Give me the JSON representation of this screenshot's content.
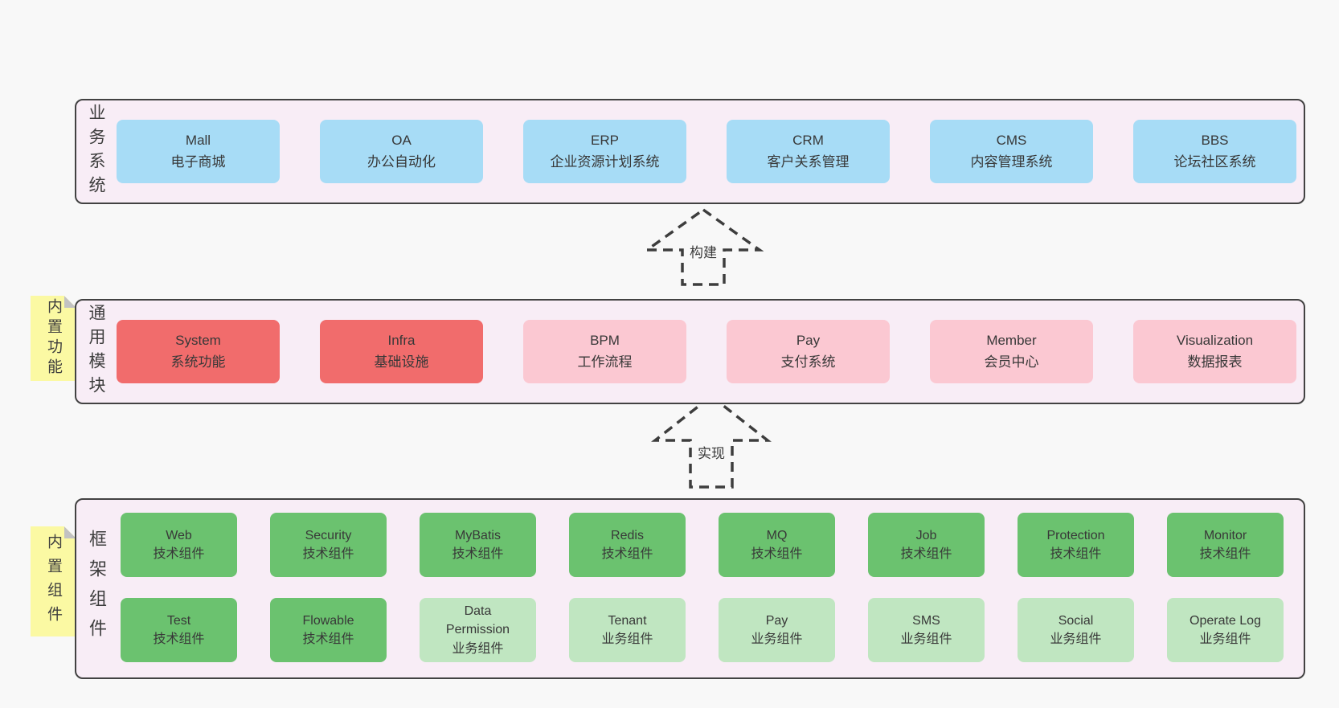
{
  "colors": {
    "page_bg": "#f8f8f8",
    "band_bg": "#f8edf6",
    "band_border": "#424242",
    "box_blue": "#a7dcf6",
    "box_red": "#f16c6c",
    "box_pink": "#fbc8d2",
    "box_green_dark": "#6bc26f",
    "box_green_light": "#c0e6c1",
    "note_yellow": "#fbf9a3",
    "note_fold_gray": "#c2c2c2",
    "text": "#383838",
    "arrow_stroke": "#3d3d3d"
  },
  "bands": [
    {
      "label": "业务系统",
      "boxes": [
        {
          "title": "Mall",
          "subtitle": "电子商城",
          "variant": "blue"
        },
        {
          "title": "OA",
          "subtitle": "办公自动化",
          "variant": "blue"
        },
        {
          "title": "ERP",
          "subtitle": "企业资源计划系统",
          "variant": "blue"
        },
        {
          "title": "CRM",
          "subtitle": "客户关系管理",
          "variant": "blue"
        },
        {
          "title": "CMS",
          "subtitle": "内容管理系统",
          "variant": "blue"
        },
        {
          "title": "BBS",
          "subtitle": "论坛社区系统",
          "variant": "blue"
        }
      ]
    },
    {
      "label": "通用模块",
      "note": "内置功能",
      "boxes": [
        {
          "title": "System",
          "subtitle": "系统功能",
          "variant": "red"
        },
        {
          "title": "Infra",
          "subtitle": "基础设施",
          "variant": "red"
        },
        {
          "title": "BPM",
          "subtitle": "工作流程",
          "variant": "pink"
        },
        {
          "title": "Pay",
          "subtitle": "支付系统",
          "variant": "pink"
        },
        {
          "title": "Member",
          "subtitle": "会员中心",
          "variant": "pink"
        },
        {
          "title": "Visualization",
          "subtitle": "数据报表",
          "variant": "pink"
        }
      ]
    },
    {
      "label": "框架组件",
      "note": "内置组件",
      "rows": [
        [
          {
            "title": "Web",
            "subtitle": "技术组件",
            "variant": "green"
          },
          {
            "title": "Security",
            "subtitle": "技术组件",
            "variant": "green"
          },
          {
            "title": "MyBatis",
            "subtitle": "技术组件",
            "variant": "green"
          },
          {
            "title": "Redis",
            "subtitle": "技术组件",
            "variant": "green"
          },
          {
            "title": "MQ",
            "subtitle": "技术组件",
            "variant": "green"
          },
          {
            "title": "Job",
            "subtitle": "技术组件",
            "variant": "green"
          },
          {
            "title": "Protection",
            "subtitle": "技术组件",
            "variant": "green"
          },
          {
            "title": "Monitor",
            "subtitle": "技术组件",
            "variant": "green"
          }
        ],
        [
          {
            "title": "Test",
            "subtitle": "技术组件",
            "variant": "green"
          },
          {
            "title": "Flowable",
            "subtitle": "技术组件",
            "variant": "green"
          },
          {
            "title": "Data Permission",
            "subtitle": "业务组件",
            "variant": "greenlight"
          },
          {
            "title": "Tenant",
            "subtitle": "业务组件",
            "variant": "greenlight"
          },
          {
            "title": "Pay",
            "subtitle": "业务组件",
            "variant": "greenlight"
          },
          {
            "title": "SMS",
            "subtitle": "业务组件",
            "variant": "greenlight"
          },
          {
            "title": "Social",
            "subtitle": "业务组件",
            "variant": "greenlight"
          },
          {
            "title": "Operate Log",
            "subtitle": "业务组件",
            "variant": "greenlight"
          }
        ]
      ]
    }
  ],
  "arrows": [
    {
      "label": "构建"
    },
    {
      "label": "实现"
    }
  ]
}
